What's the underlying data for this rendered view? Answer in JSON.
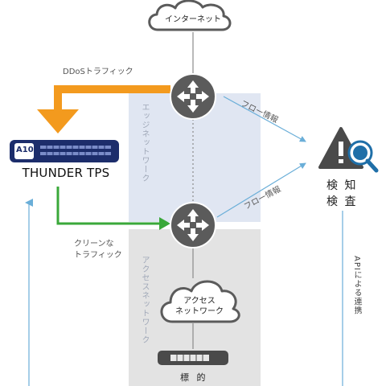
{
  "internet": {
    "label": "インターネット"
  },
  "ddos_label": "DDoSトラフィック",
  "flow_info_top": "フロー情報",
  "flow_info_bottom": "フロー情報",
  "edge_network": "エッジネットワーク",
  "access_network_vertical": "アクセスネットワーク",
  "clean_traffic": {
    "line1": "クリーンな",
    "line2": "トラフィック"
  },
  "device": {
    "logo": "A10",
    "name": "THUNDER TPS"
  },
  "detection": {
    "line1": "検 知",
    "line2": "検 査"
  },
  "api": "APIによる連携",
  "access_cloud": {
    "line1": "アクセス",
    "line2": "ネットワーク"
  },
  "target": "標 的",
  "colors": {
    "ddos_orange": "#f39a1e",
    "clean_green": "#3aa83a",
    "flow_blue": "#6aaed8",
    "edge_zone": "#e0e6f2",
    "access_zone": "#e3e3e3",
    "router": "#5b5b5b",
    "device_navy": "#1c2d6b"
  }
}
